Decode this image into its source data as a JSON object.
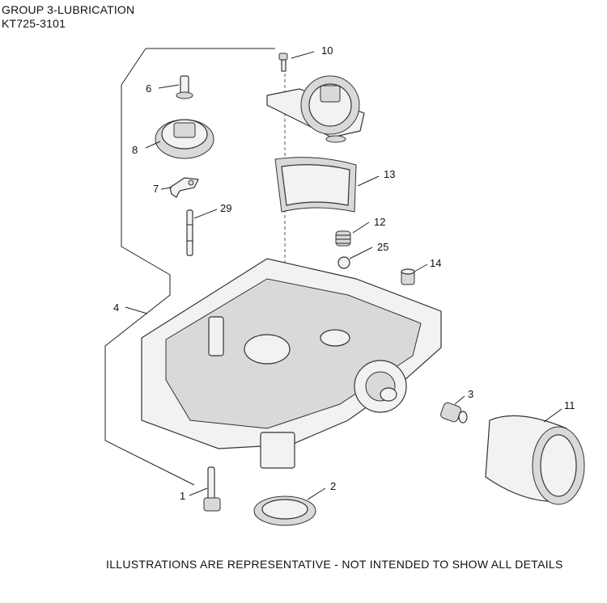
{
  "header": {
    "title": "GROUP 3-LUBRICATION",
    "code": "KT725-3101"
  },
  "footer": {
    "note": "ILLUSTRATIONS ARE REPRESENTATIVE - NOT INTENDED TO SHOW ALL DETAILS"
  },
  "callouts": {
    "c10": "10",
    "c6": "6",
    "c8": "8",
    "c13": "13",
    "c7": "7",
    "c29": "29",
    "c12": "12",
    "c25": "25",
    "c14": "14",
    "c4": "4",
    "c3": "3",
    "c11": "11",
    "c2": "2",
    "c1": "1"
  }
}
